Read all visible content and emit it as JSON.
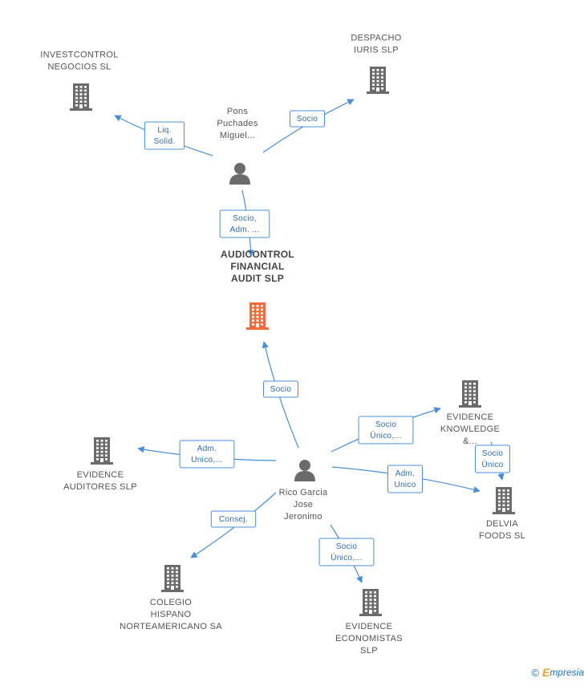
{
  "colors": {
    "edge": "#4a8fd6",
    "company": "#6b6b6b",
    "main_company": "#f26b3a",
    "person": "#6b6b6b"
  },
  "nodes": [
    {
      "id": "audicontrol",
      "kind": "company",
      "main": true,
      "lines": [
        "AUDICONTROL",
        "FINANCIAL",
        "AUDIT SLP"
      ]
    },
    {
      "id": "investcontrol",
      "kind": "company",
      "lines": [
        "INVESTCONTROL",
        "NEGOCIOS SL"
      ]
    },
    {
      "id": "despacho",
      "kind": "company",
      "lines": [
        "DESPACHO",
        "IURIS SLP"
      ]
    },
    {
      "id": "pons",
      "kind": "person",
      "lines": [
        "Pons",
        "Puchades",
        "Miguel..."
      ]
    },
    {
      "id": "rico",
      "kind": "person",
      "lines": [
        "Rico Garcia",
        "Jose",
        "Jeronimo"
      ]
    },
    {
      "id": "evidence_auditores",
      "kind": "company",
      "lines": [
        "EVIDENCE",
        "AUDITORES SLP"
      ]
    },
    {
      "id": "evidence_knowledge",
      "kind": "company",
      "lines": [
        "EVIDENCE",
        "KNOWLEDGE",
        "&..."
      ]
    },
    {
      "id": "delvia",
      "kind": "company",
      "lines": [
        "DELVIA",
        "FOODS SL"
      ]
    },
    {
      "id": "colegio",
      "kind": "company",
      "lines": [
        "COLEGIO",
        "HISPANO",
        "NORTEAMERICANO SA"
      ]
    },
    {
      "id": "evidence_economistas",
      "kind": "company",
      "lines": [
        "EVIDENCE",
        "ECONOMISTAS",
        "SLP"
      ]
    }
  ],
  "edges": [
    {
      "from": "pons",
      "to": "investcontrol",
      "label": [
        "Liq.",
        "Solid."
      ]
    },
    {
      "from": "pons",
      "to": "despacho",
      "label": [
        "Socio"
      ]
    },
    {
      "from": "pons",
      "to": "audicontrol",
      "label": [
        "Socio,",
        "Adm. ..."
      ]
    },
    {
      "from": "rico",
      "to": "audicontrol",
      "label": [
        "Socio"
      ]
    },
    {
      "from": "rico",
      "to": "evidence_auditores",
      "label": [
        "Adm.",
        "Unico,..."
      ]
    },
    {
      "from": "rico",
      "to": "evidence_knowledge",
      "label": [
        "Socio",
        "Único,..."
      ]
    },
    {
      "from": "rico",
      "to": "delvia",
      "label": [
        "Adm.",
        "Unico"
      ]
    },
    {
      "from": "evidence_knowledge",
      "to": "delvia",
      "label": [
        "Socio",
        "Único"
      ]
    },
    {
      "from": "rico",
      "to": "colegio",
      "label": [
        "Consej."
      ]
    },
    {
      "from": "rico",
      "to": "evidence_economistas",
      "label": [
        "Socio",
        "Único,..."
      ]
    }
  ],
  "footer": {
    "copyright": "©",
    "brand_initial": "E",
    "brand_rest": "mpresia"
  }
}
